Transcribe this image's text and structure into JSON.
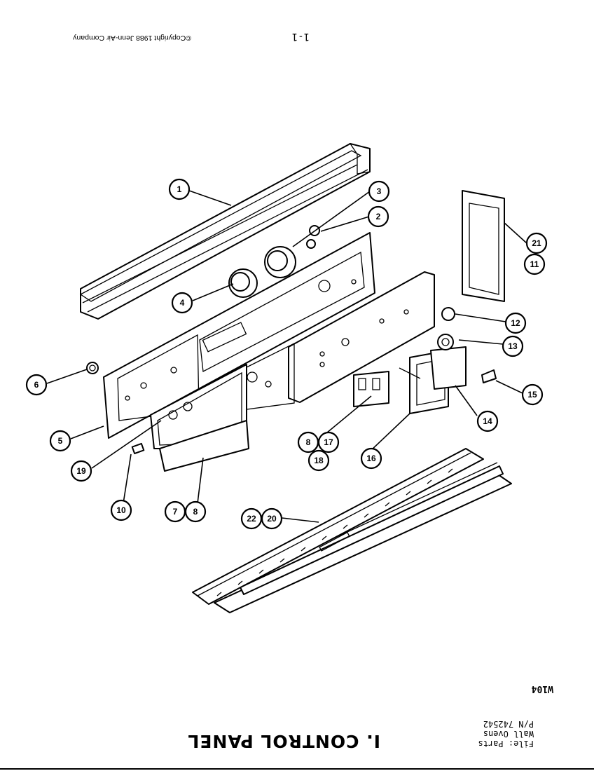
{
  "title": "I. CONTROL PANEL",
  "file_info": [
    "File: Parts",
    "Wall Ovens",
    "P/N 742542"
  ],
  "drawing_number": "W104",
  "page_number": "1-1",
  "copyright": "©Copyright 1988 Jenn-Air Company",
  "callouts": {
    "c1": "1",
    "c2": "2",
    "c3": "3",
    "c4": "4",
    "c5": "5",
    "c6": "6",
    "c7": "7",
    "c8": "8",
    "c8b": "8",
    "c10": "10",
    "c11": "11",
    "c12": "12",
    "c13": "13",
    "c14": "14",
    "c15": "15",
    "c16": "16",
    "c17": "17",
    "c18": "18",
    "c19": "19",
    "c20": "20",
    "c21": "21",
    "c22": "22"
  }
}
